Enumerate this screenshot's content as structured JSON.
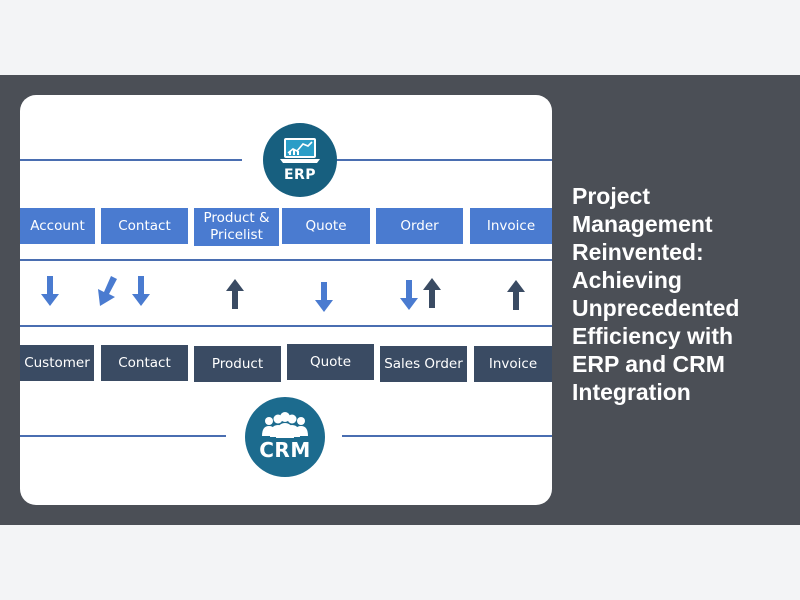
{
  "diagram": {
    "erp_label": "ERP",
    "crm_label": "CRM",
    "erp_entities": [
      {
        "label": "Account"
      },
      {
        "label": "Contact"
      },
      {
        "label": "Product &\nPricelist"
      },
      {
        "label": "Quote"
      },
      {
        "label": "Order"
      },
      {
        "label": "Invoice"
      }
    ],
    "crm_entities": [
      {
        "label": "Customer"
      },
      {
        "label": "Contact"
      },
      {
        "label": "Product"
      },
      {
        "label": "Quote"
      },
      {
        "label": "Sales Order"
      },
      {
        "label": "Invoice"
      }
    ],
    "flows": [
      {
        "directions": [
          "down"
        ]
      },
      {
        "directions": [
          "down-left",
          "down"
        ]
      },
      {
        "directions": [
          "up"
        ]
      },
      {
        "directions": [
          "down"
        ]
      },
      {
        "directions": [
          "down",
          "up"
        ]
      },
      {
        "directions": [
          "up"
        ]
      }
    ],
    "colors": {
      "erp_box": "#4a7bd0",
      "crm_box": "#3a4b63",
      "arrow_down": "#4a7bd0",
      "arrow_up": "#3a4b63",
      "erp_circle": "#175f7f",
      "crm_circle": "#1c6b8e"
    },
    "icons": {
      "erp": "laptop-chart-icon",
      "crm": "people-group-icon"
    }
  },
  "article": {
    "title": "Project Management Reinvented: Achieving Unprecedented Efficiency with ERP and CRM Integration"
  }
}
